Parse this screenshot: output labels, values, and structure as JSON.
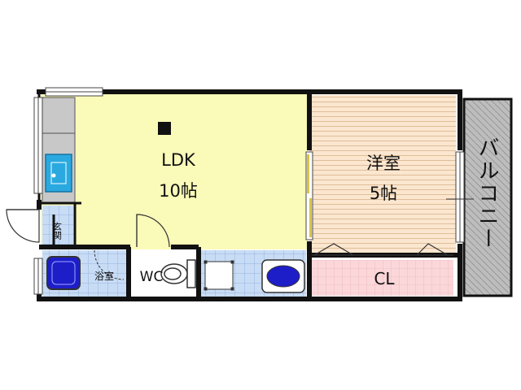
{
  "colors": {
    "wall": "#111111",
    "ldk_floor": "#fafab9",
    "room_floor": "#fbe6cf",
    "room_lines": "#d8b48c",
    "closet_floor": "#fbd7da",
    "wet_tile": "#c8dcf5",
    "tile_grid": "#8aa9d6",
    "kitchen_gray": "#c8c8c8",
    "sink_blue": "#2aa9e0",
    "fixture_blue": "#1e1ec8",
    "balcony_gray": "#bdbdbd",
    "door_yellow": "#d8c34a"
  },
  "rooms": {
    "ldk": {
      "name": "LDK",
      "size": "10帖"
    },
    "western": {
      "name": "洋室",
      "size": "5帖"
    },
    "closet": {
      "name": "CL"
    },
    "entrance": {
      "name": "玄関"
    },
    "bath": {
      "name": "浴室"
    },
    "toilet": {
      "name": "WC"
    },
    "balcony": {
      "name": "バルコニー"
    }
  }
}
